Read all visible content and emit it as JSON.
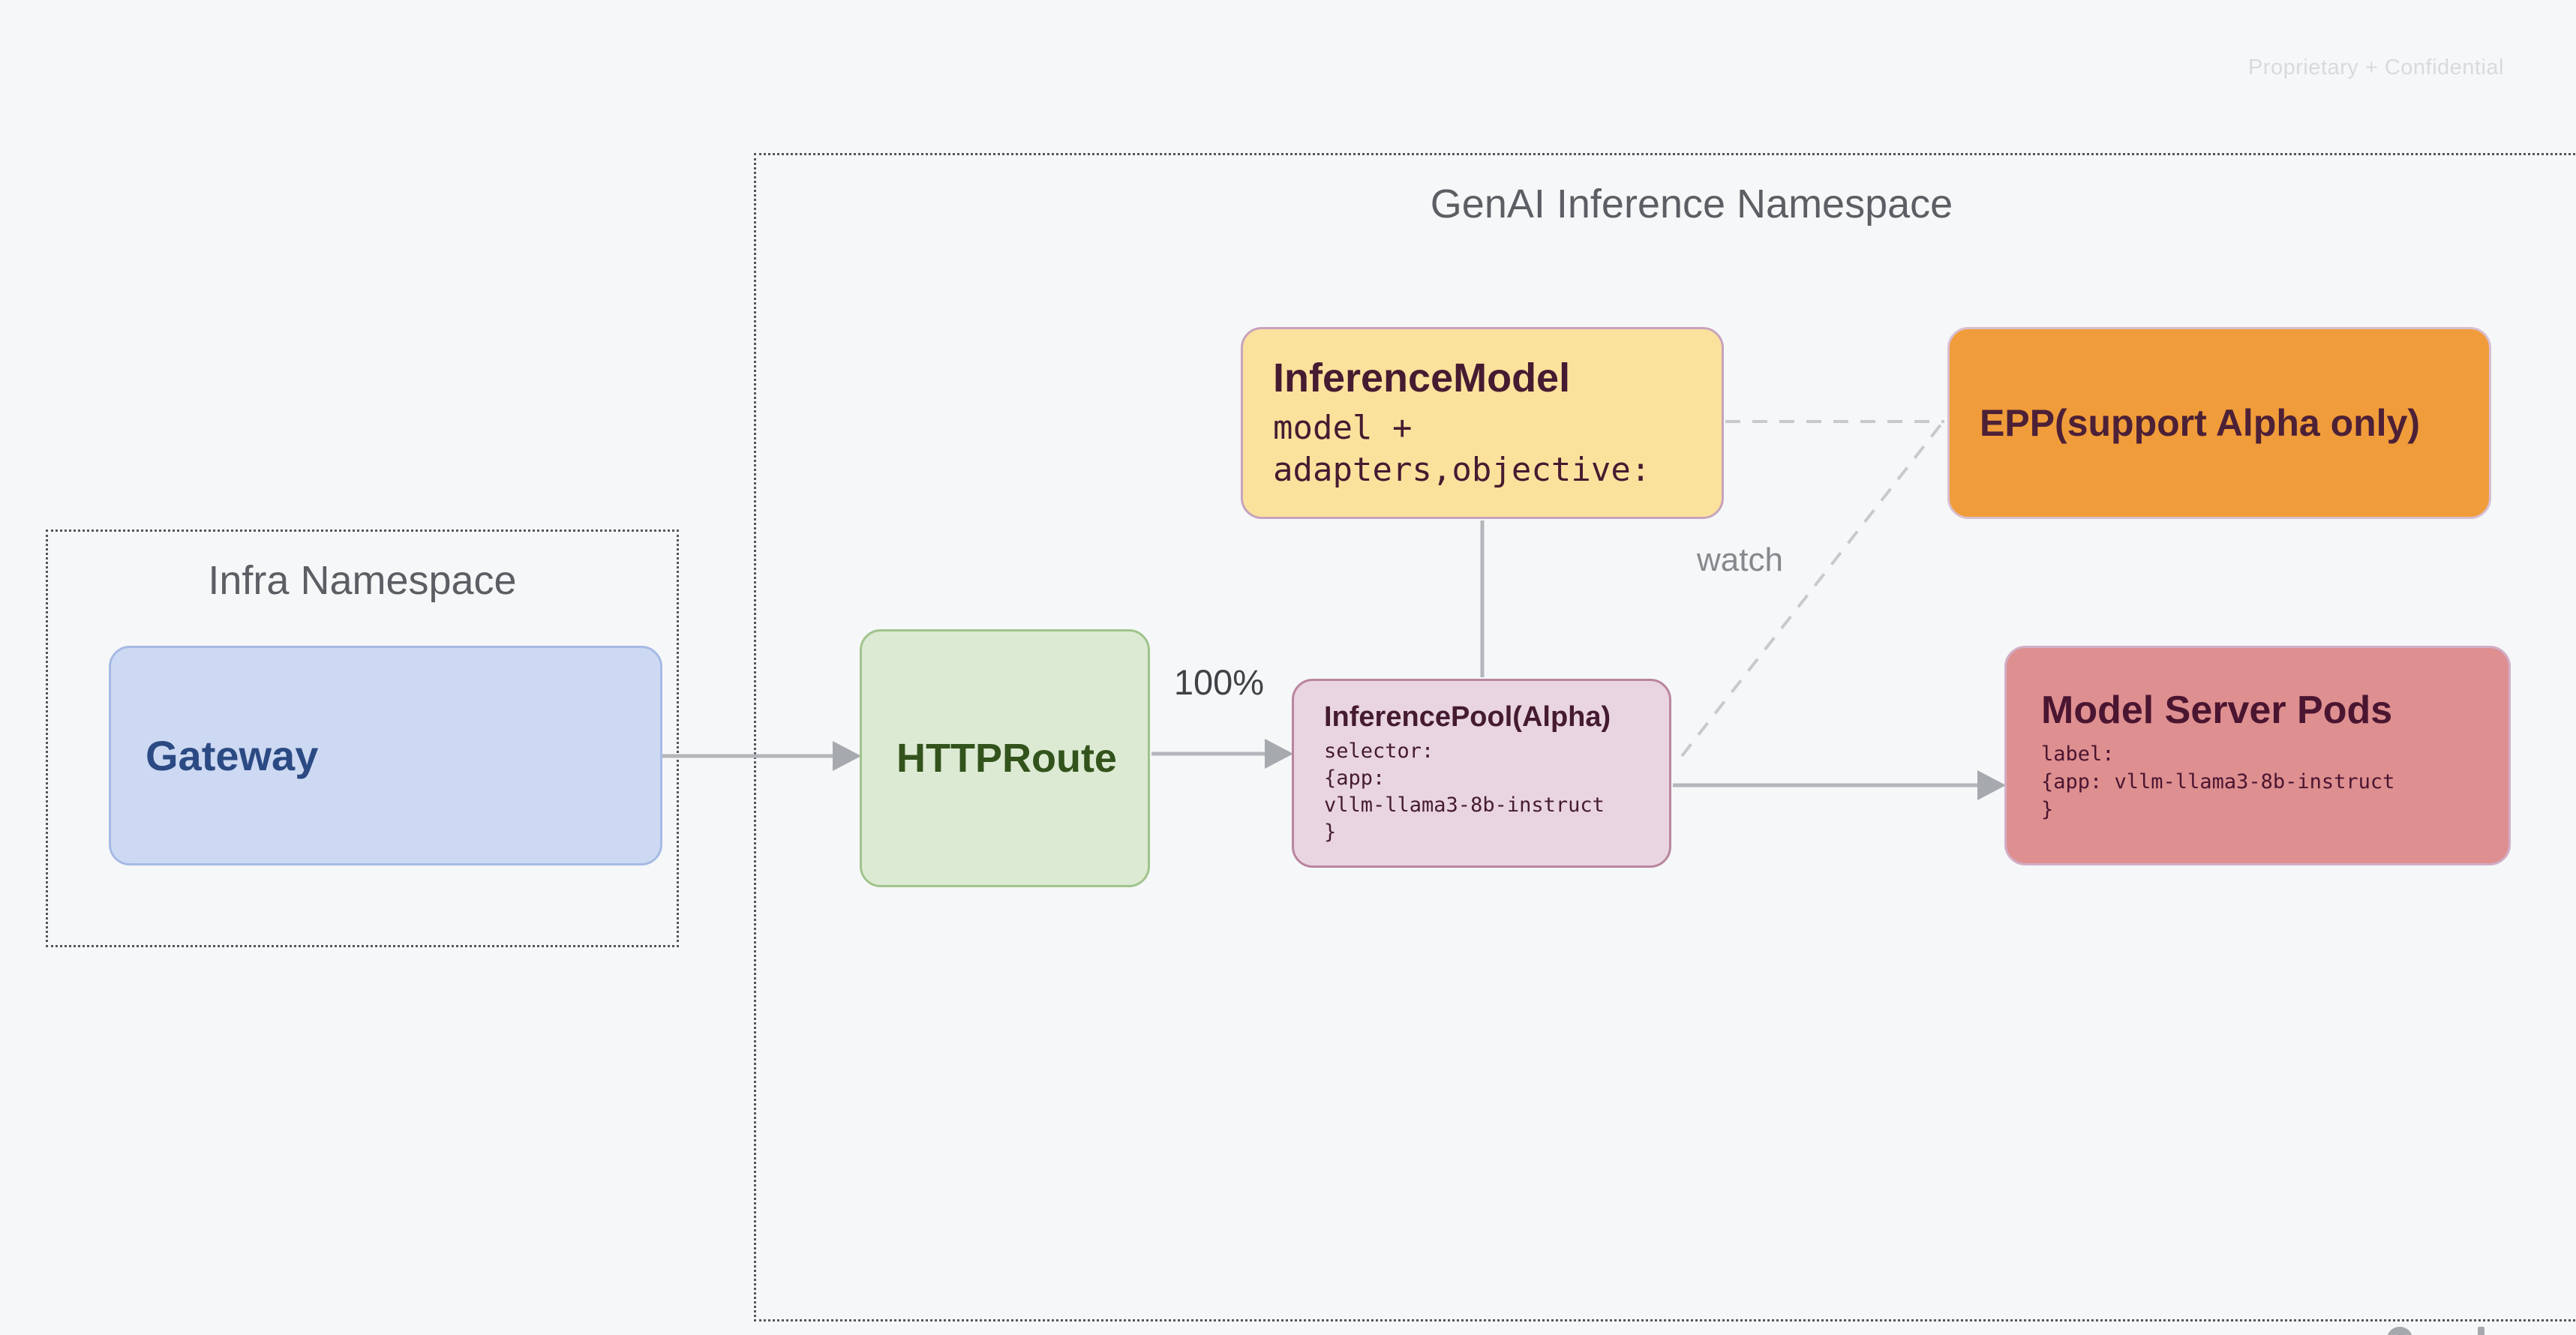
{
  "page": {
    "watermark": "Proprietary + Confidential"
  },
  "colors": {
    "background": "#f6f7f8",
    "line": "#b3b6ba",
    "arrowhead": "#a6a9ae",
    "dashed_line": "#c7c9cd",
    "dotted_border": "#53575c",
    "namespace_title": "#5b5f64",
    "watermark": "#d8dadd",
    "label_dark": "#3f4247",
    "label_gray": "#85898e",
    "logo_gray": "#a5a9ae"
  },
  "namespaces": {
    "genai": {
      "title": "GenAI Inference Namespace"
    },
    "infra": {
      "title": "Infra Namespace"
    }
  },
  "nodes": {
    "gateway": {
      "title": "Gateway",
      "fill": "#cdd9f2",
      "border": "#a6bae6",
      "text_color": "#2b4a83"
    },
    "httproute": {
      "title": "HTTPRoute",
      "fill": "#dcead3",
      "border": "#a0c48c",
      "text_color": "#33531c"
    },
    "inference_model": {
      "title": "InferenceModel",
      "body": [
        "model +",
        "adapters,objective:"
      ],
      "fill": "#fae29d",
      "border": "#c7a3bd",
      "text_color": "#451b31"
    },
    "epp": {
      "title": "EPP(support Alpha only)",
      "fill": "#f09c3a",
      "border": "#d8becf",
      "text_color": "#4c2036"
    },
    "inference_pool": {
      "title": "InferencePool(Alpha)",
      "body": [
        "selector:",
        "{app:",
        "vllm-llama3-8b-instruct",
        "}"
      ],
      "fill": "#e9d5df",
      "border": "#b9859f",
      "text_color": "#451b31"
    },
    "model_server_pods": {
      "title": "Model Server Pods",
      "body": [
        "label:",
        "{app: vllm-llama3-8b-instruct",
        "}"
      ],
      "fill": "#de8f90",
      "border": "#d2aec7",
      "text_color": "#4a1530"
    }
  },
  "edges": {
    "route_weight_label": "100%",
    "watch_label": "watch"
  }
}
